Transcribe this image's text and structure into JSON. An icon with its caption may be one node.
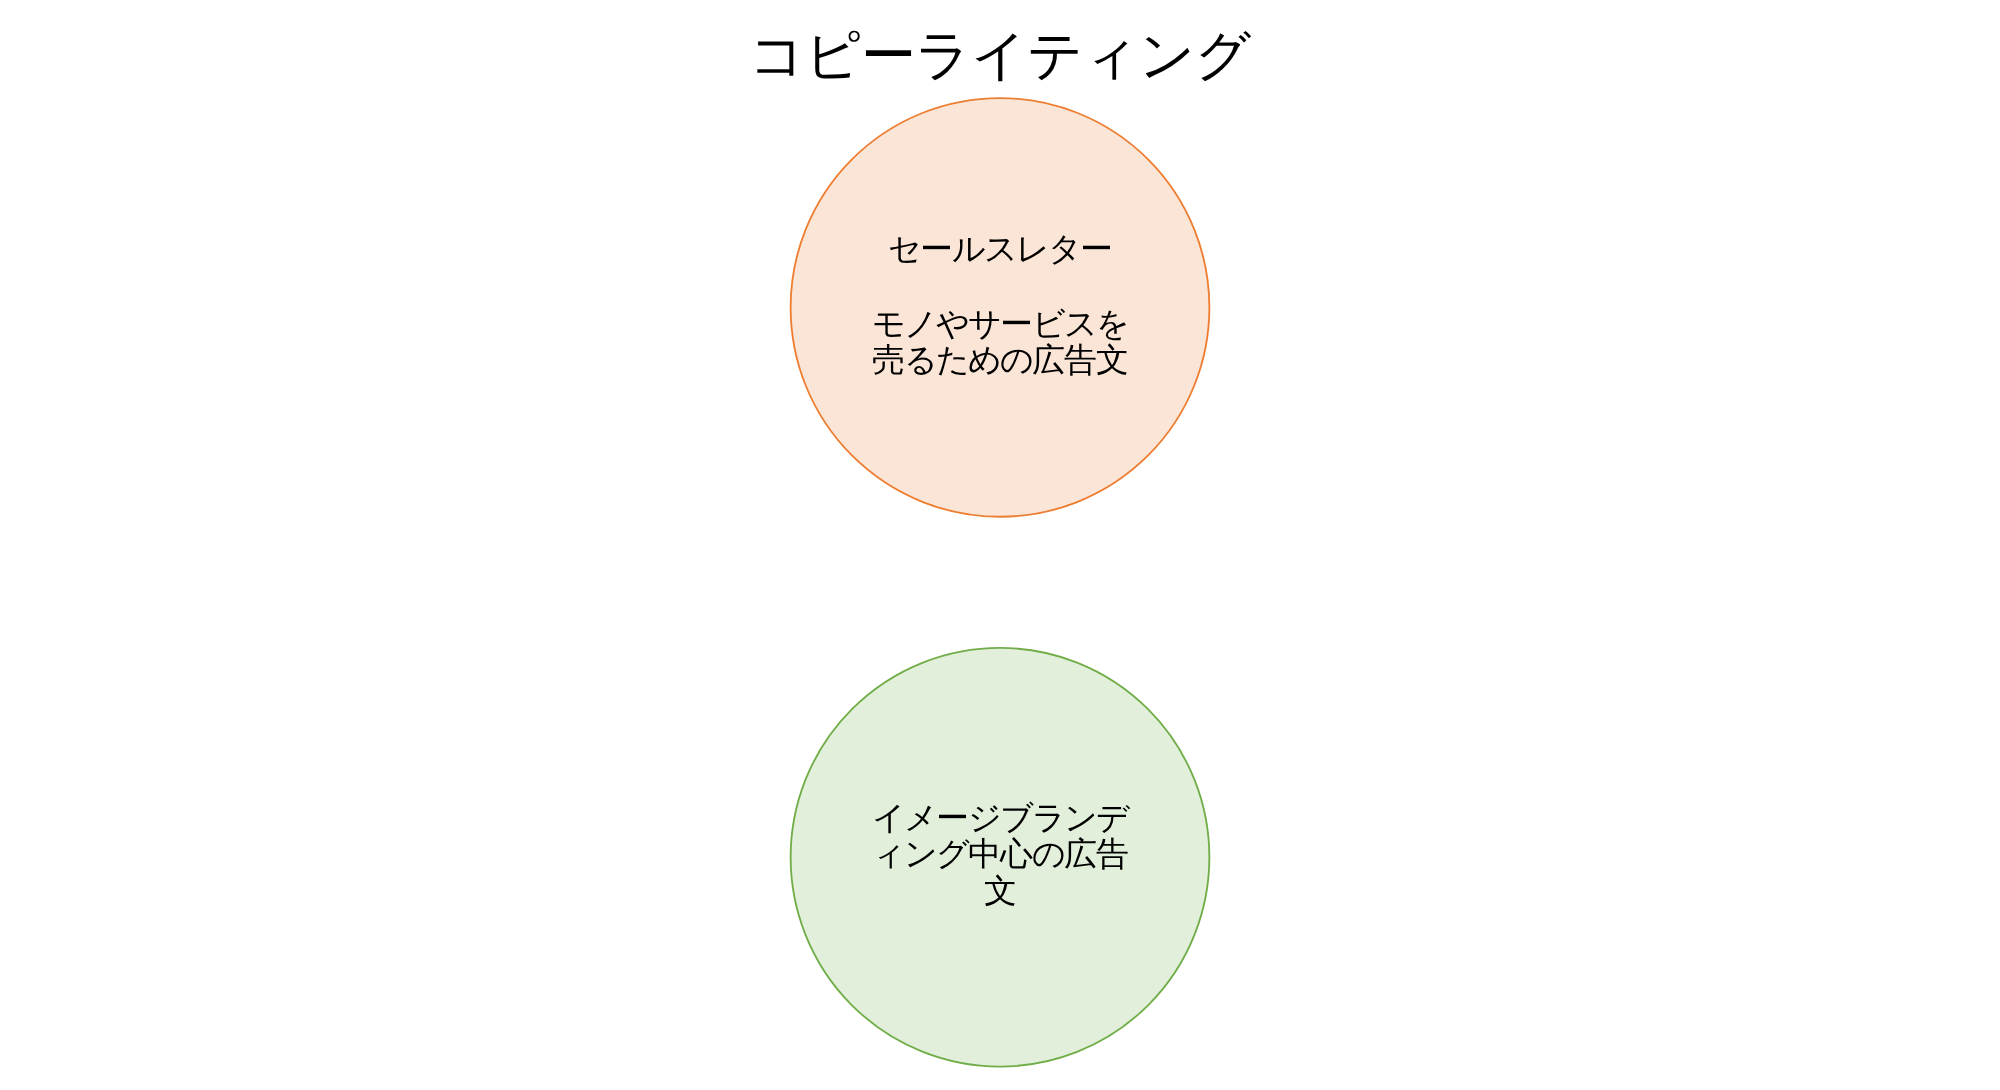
{
  "diagram": {
    "title": "コピーライティング",
    "nodes": [
      {
        "text": [
          "イメージブランディング中心の広告文"
        ]
      },
      {
        "text": [
          "セールスレター",
          "モノやサービスを売るための広告文"
        ]
      }
    ]
  }
}
